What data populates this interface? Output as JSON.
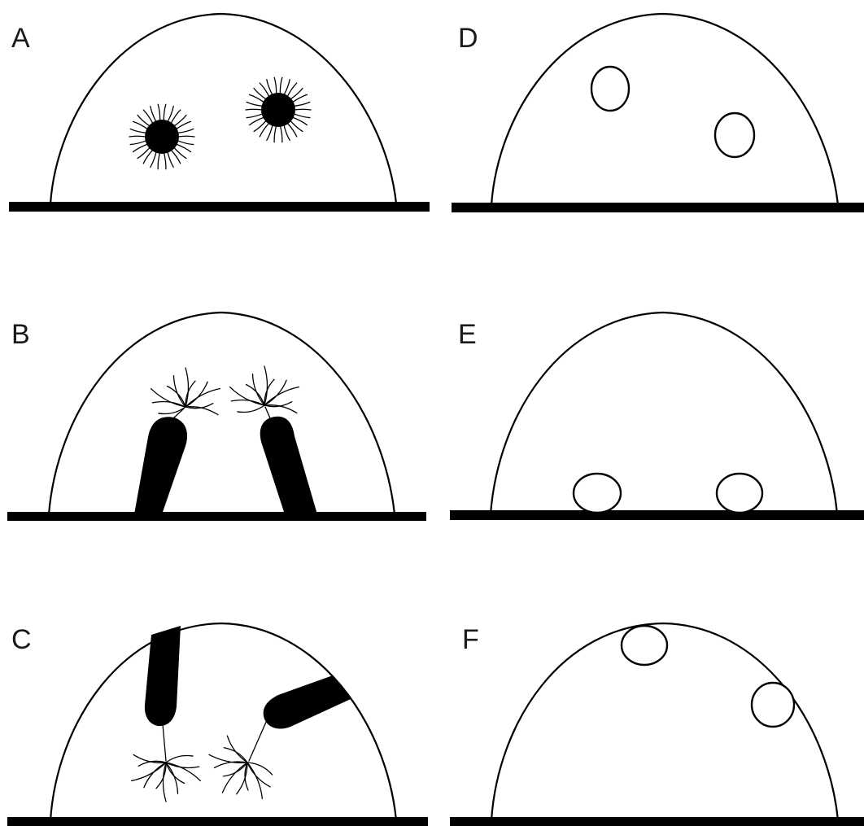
{
  "figure": {
    "panels": [
      {
        "id": "A",
        "label": "A",
        "content": "spherical-cells-with-radial-hairs"
      },
      {
        "id": "B",
        "label": "B",
        "content": "cells-attached-to-base-hairs-up"
      },
      {
        "id": "C",
        "label": "C",
        "content": "cells-attached-to-dome-hairs-down"
      },
      {
        "id": "D",
        "label": "D",
        "content": "bubbles-floating-inside"
      },
      {
        "id": "E",
        "label": "E",
        "content": "bubbles-at-base"
      },
      {
        "id": "F",
        "label": "F",
        "content": "bubbles-at-dome-surface"
      }
    ],
    "colors": {
      "stroke": "#000000",
      "background": "#ffffff",
      "label": "#1a1a1a"
    }
  }
}
